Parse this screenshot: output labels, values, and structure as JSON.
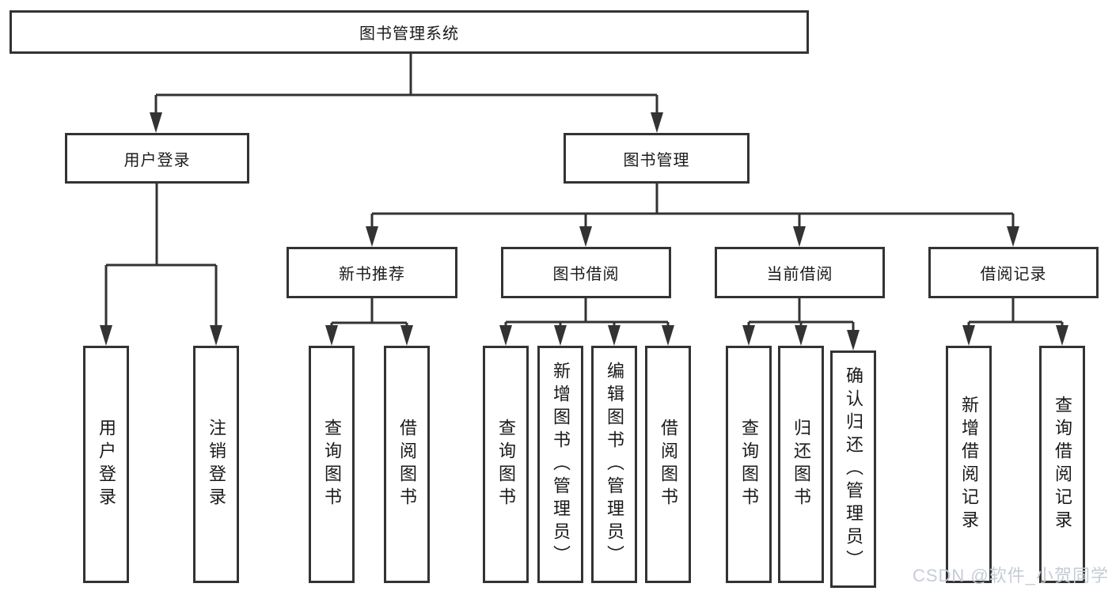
{
  "diagram": {
    "root": {
      "label": "图书管理系统"
    },
    "branches": [
      {
        "label": "用户登录"
      },
      {
        "label": "图书管理"
      }
    ],
    "modules": [
      {
        "label": "新书推荐"
      },
      {
        "label": "图书借阅"
      },
      {
        "label": "当前借阅"
      },
      {
        "label": "借阅记录"
      }
    ],
    "leaves": [
      {
        "label": "用户登录"
      },
      {
        "label": "注销登录"
      },
      {
        "label": "查询图书"
      },
      {
        "label": "借阅图书"
      },
      {
        "label": "查询图书"
      },
      {
        "label": "新增图书（管理员）"
      },
      {
        "label": "编辑图书（管理员）"
      },
      {
        "label": "借阅图书"
      },
      {
        "label": "查询图书"
      },
      {
        "label": "归还图书"
      },
      {
        "label": "确认归还（管理员）"
      },
      {
        "label": "新增借阅记录"
      },
      {
        "label": "查询借阅记录"
      }
    ]
  },
  "watermark": {
    "text": "CSDN @软件_小贺同学"
  },
  "colors": {
    "line": "#333333",
    "text": "#1a1a1a",
    "background": "#ffffff",
    "watermark": "#c6ccd6"
  }
}
